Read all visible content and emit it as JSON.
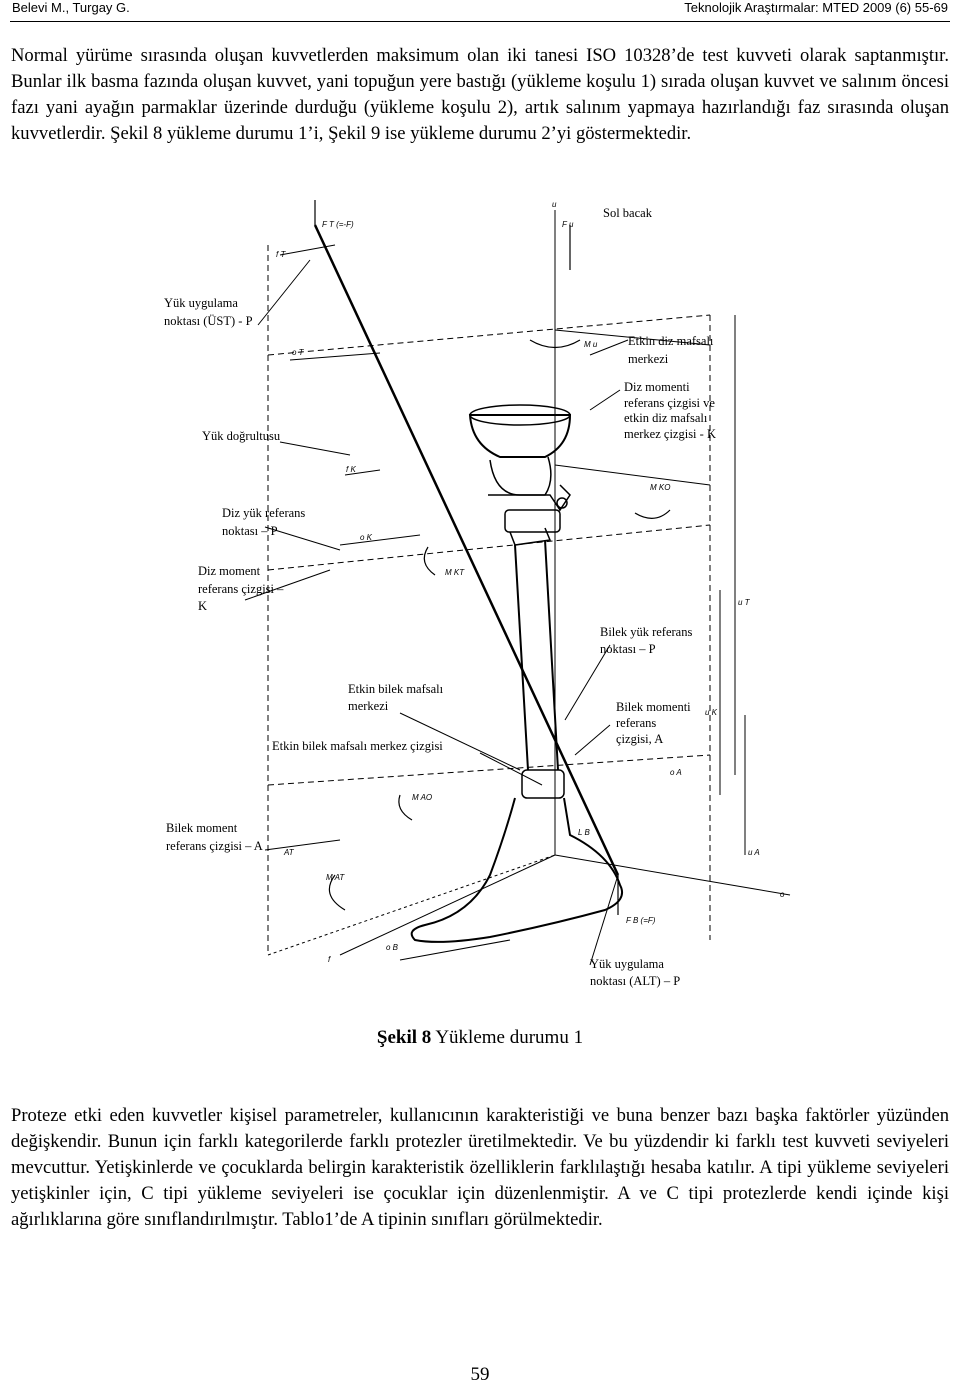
{
  "header": {
    "left": "Belevi M., Turgay G.",
    "right": "Teknolojik Araştırmalar: MTED 2009 (6) 55-69"
  },
  "paragraph1": "Normal yürüme sırasında oluşan kuvvetlerden maksimum olan iki tanesi ISO 10328’de test kuvveti olarak saptanmıştır. Bunlar ilk basma fazında oluşan kuvvet, yani topuğun yere bastığı (yükleme koşulu 1) sırada oluşan kuvvet ve salınım öncesi fazı yani ayağın parmaklar üzerinde durduğu (yükleme koşulu 2), artık salınım yapmaya hazırlandığı faz sırasında oluşan kuvvetlerdir. Şekil 8 yükleme durumu 1’i, Şekil 9 ise yükleme durumu 2’yi göstermektedir.",
  "figure": {
    "labels": {
      "sol_bacak": "Sol bacak",
      "yuk_uygulama_ust_1": "Yük uygulama",
      "yuk_uygulama_ust_2": "noktası (ÜST) - P",
      "yuk_dogrultusu": "Yük doğrultusu",
      "diz_yuk_ref_1": "Diz yük referans",
      "diz_yuk_ref_2": "noktası – P",
      "diz_moment_ref_1": "Diz moment",
      "diz_moment_ref_2": "referans çizgisi –",
      "diz_moment_ref_3": "K",
      "etkin_diz_1": "Etkin diz mafsalı",
      "etkin_diz_2": "merkezi",
      "diz_momenti_1": "Diz momenti",
      "diz_momenti_2": "referans çizgisi ve",
      "diz_momenti_3": "etkin diz mafsalı",
      "diz_momenti_4": "merkez çizgisi - K",
      "bilek_yuk_ref_1": "Bilek yük referans",
      "bilek_yuk_ref_2": "noktası – P",
      "etkin_bilek_1": "Etkin bilek mafsalı",
      "etkin_bilek_2": "merkezi",
      "etkin_bilek_cizgi": "Etkin bilek mafsalı merkez çizgisi",
      "bilek_momenti_1": "Bilek momenti",
      "bilek_momenti_2": "referans",
      "bilek_momenti_3": "çizgisi, A",
      "bilek_moment_ref_1": "Bilek moment",
      "bilek_moment_ref_2": "referans çizgisi – A",
      "yuk_uygulama_alt_1": "Yük uygulama",
      "yuk_uygulama_alt_2": "noktası (ALT) – P"
    },
    "symbols": {
      "ft": "F T (=-F)",
      "fu": "F u",
      "u": "u",
      "ft_small": "f T",
      "ot": "o T",
      "mu": "M u",
      "fk": "f K",
      "ok": "o K",
      "mkt": "M KT",
      "mko": "M KO",
      "ut": "u T",
      "uk": "u K",
      "oa": "o A",
      "lb": "L B",
      "ua": "u A",
      "mao": "M AO",
      "at": "AT",
      "mat": "M AT",
      "ob": "o B",
      "f": "f",
      "o": "o",
      "fb": "F B (=F)"
    }
  },
  "caption": {
    "bold": "Şekil 8",
    "text": " Yükleme durumu 1"
  },
  "paragraph2": "Proteze etki eden kuvvetler kişisel parametreler, kullanıcının karakteristiği ve buna benzer bazı başka faktörler yüzünden değişkendir. Bunun için farklı kategorilerde farklı protezler üretilmektedir. Ve bu yüzdendir ki farklı test kuvveti seviyeleri mevcuttur. Yetişkinlerde ve çocuklarda belirgin karakteristik özelliklerin farklılaştığı hesaba katılır. A tipi yükleme seviyeleri yetişkinler için, C tipi yükleme seviyeleri ise çocuklar için düzenlenmiştir. A ve C tipi protezlerde kendi içinde kişi ağırlıklarına göre sınıflandırılmıştır. Tablo1’de A tipinin sınıfları görülmektedir.",
  "page_number": "59"
}
